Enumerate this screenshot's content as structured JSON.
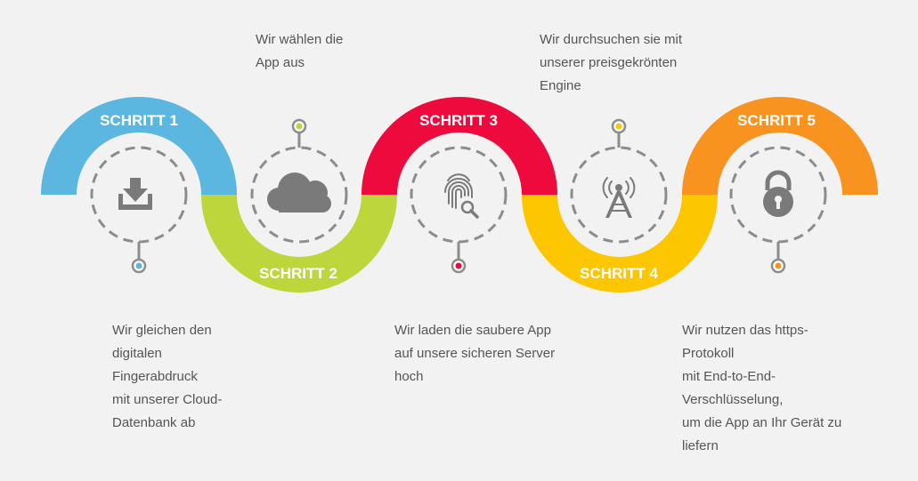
{
  "steps": [
    {
      "title": "SCHRITT 1",
      "color": "#5bb7df",
      "icon": "download-icon",
      "description": [
        "Wir gleichen den",
        "digitalen",
        "Fingerabdruck",
        "mit unserer Cloud-",
        "Datenbank ab"
      ]
    },
    {
      "title": "SCHRITT 2",
      "color": "#bcd63c",
      "icon": "cloud-icon",
      "description": [
        "Wir wählen die",
        "App aus"
      ]
    },
    {
      "title": "SCHRITT 3",
      "color": "#ee0a3c",
      "icon": "fingerprint-search-icon",
      "description": [
        "Wir laden die saubere App",
        "auf unsere sicheren Server",
        "hoch"
      ]
    },
    {
      "title": "SCHRITT 4",
      "color": "#fcc600",
      "icon": "antenna-tower-icon",
      "description": [
        "Wir durchsuchen sie mit",
        "unserer preisgekrönten",
        "Engine"
      ]
    },
    {
      "title": "SCHRITT 5",
      "color": "#f7931e",
      "icon": "padlock-icon",
      "description": [
        "Wir nutzen das https-",
        "Protokoll",
        "mit End-to-End-",
        "Verschlüsselung,",
        "um die App an Ihr Gerät zu",
        "liefern"
      ]
    }
  ],
  "colors": {
    "background": "#f2f2f2",
    "dashed_ring": "#8c8c8c",
    "icon": "#7a7a7a",
    "text": "#555555"
  }
}
